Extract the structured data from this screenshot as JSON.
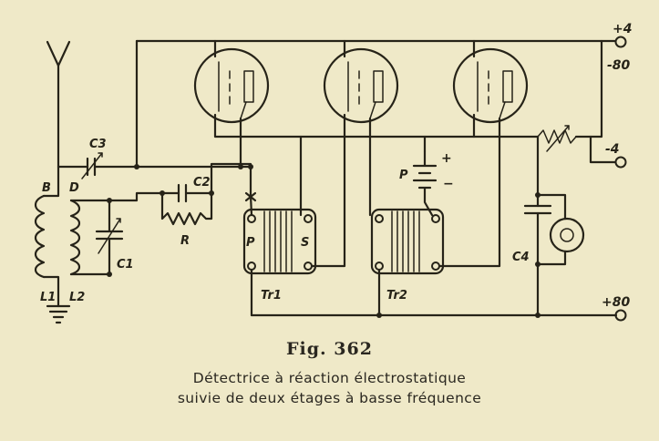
{
  "figure": {
    "title": "Fig. 362",
    "caption_line1": "Détectrice à réaction électrostatique",
    "caption_line2": "suivie de deux étages à basse fréquence"
  },
  "labels": {
    "B": "B",
    "D": "D",
    "C3": "C3",
    "C2": "C2",
    "C1": "C1",
    "C4": "C4",
    "R": "R",
    "L1": "L1",
    "L2": "L2",
    "P_tr1": "P",
    "S_tr1": "S",
    "Tr1": "Tr1",
    "Tr2": "Tr2",
    "P_batt": "P",
    "plus_batt": "+",
    "minus_batt": "−",
    "term_plus4": "+4",
    "term_minus80": "-80",
    "term_minus4": "-4",
    "term_plus80": "+80"
  },
  "colors": {
    "paper": "#efe9c8",
    "ink": "#262318"
  },
  "icons": [
    "antenna-icon",
    "ground-icon",
    "headphones-icon",
    "rheostat-icon"
  ]
}
